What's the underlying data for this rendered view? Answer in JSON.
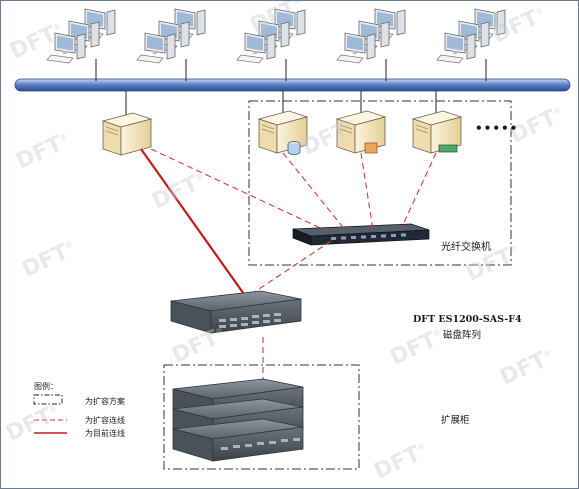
{
  "watermark": "DFT",
  "labels": {
    "switch": "光纤交换机",
    "storage_model": "DFT ES1200-SAS-F4",
    "storage_name": "磁盘阵列",
    "expansion": "扩展柜",
    "ellipsis": "•••••"
  },
  "legend": {
    "title": "图例：",
    "items": [
      {
        "symbol": "dashed-box",
        "label": "为扩容方案"
      },
      {
        "symbol": "dashed-line",
        "label": "为扩容连线"
      },
      {
        "symbol": "solid-line",
        "label": "为目前连线"
      }
    ]
  },
  "colors": {
    "lan_bus": "#4a6fb5",
    "current_link": "#c21a1a",
    "expansion_link": "#d23a3a",
    "region_border": "#333333",
    "server_body": "#f2e2b8",
    "storage_body": "#4c5560",
    "switch_body": "#1f2a36"
  },
  "icons": {
    "workstation": "desktop-computer-icon",
    "server": "tower-server-icon",
    "database_badge": "database-cylinder-icon",
    "storage": "rack-disk-array-icon",
    "switch": "fibre-channel-switch-icon"
  }
}
